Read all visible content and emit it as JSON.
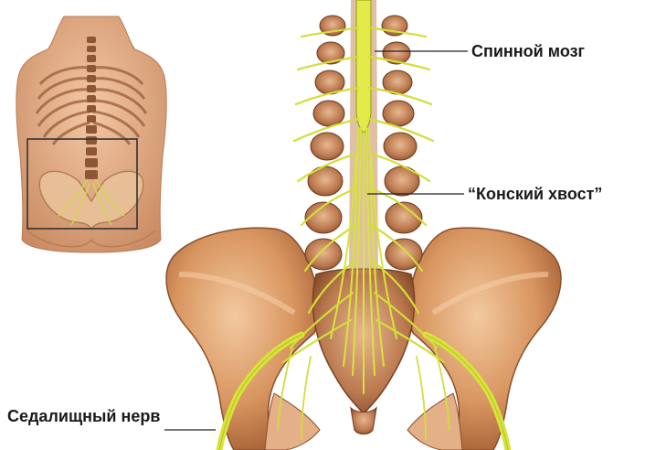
{
  "labels": {
    "spinal_cord": "Спинной мозг",
    "cauda_equina": "“Конский хвост”",
    "sciatic_nerve": "Седалищный нерв"
  },
  "colors": {
    "bone": "#d89a6a",
    "bone_dark": "#a8643a",
    "bone_light": "#f0c49c",
    "nerve": "#d8e43a",
    "nerve_dark": "#9aa81a",
    "skin": "#e9b48e",
    "skin_dark": "#c98a62",
    "frame": "#333333"
  },
  "icons": {
    "inset": "torso-back-icon",
    "main": "lumbar-spine-pelvis-illustration"
  }
}
